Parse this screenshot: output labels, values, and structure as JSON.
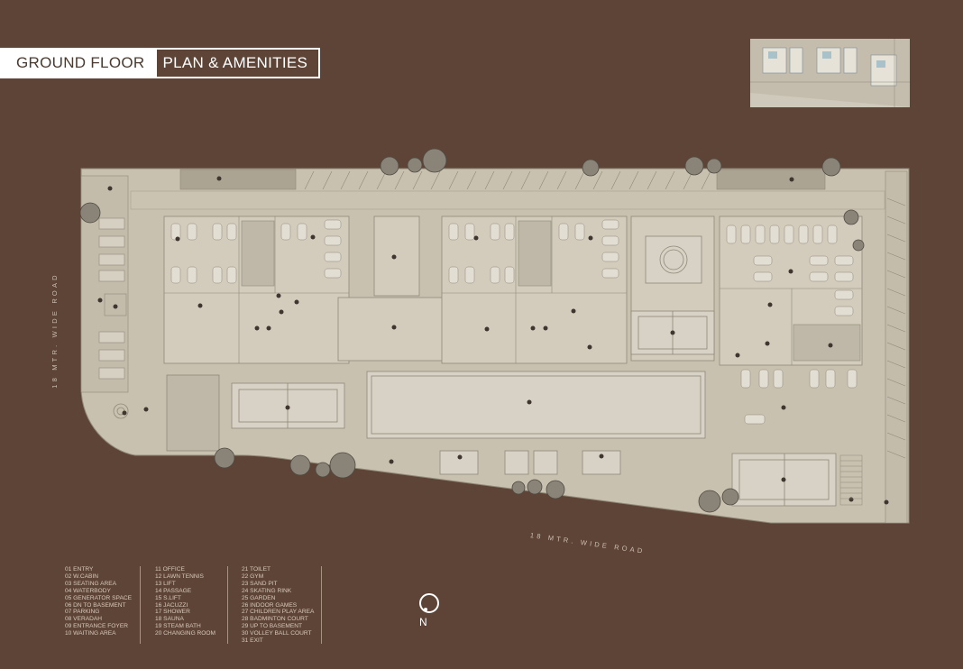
{
  "title": {
    "primary": "GROUND FLOOR",
    "secondary": "PLAN & AMENITIES"
  },
  "roads": {
    "left": "18 MTR. WIDE ROAD",
    "bottom": "18 MTR. WIDE ROAD"
  },
  "compass": {
    "label": "N"
  },
  "legend": {
    "col1": [
      "01  ENTRY",
      "02  W.CABIN",
      "03  SEATING AREA",
      "04  WATERBODY",
      "05  GENERATOR SPACE",
      "06  DN TO BASEMENT",
      "07  PARKING",
      "08  VERADAH",
      "09  ENTRANCE  FOYER",
      "10  WAITING AREA"
    ],
    "col2": [
      "11  OFFICE",
      "12  LAWN TENNIS",
      "13  LIFT",
      "14  PASSAGE",
      "15  S.LIFT",
      "16  JACUZZI",
      "17  SHOWER",
      "18  SAUNA",
      "19  STEAM BATH",
      "20  CHANGING ROOM"
    ],
    "col3": [
      "21  TOILET",
      "22  GYM",
      "23  SAND PIT",
      "24  SKATING RINK",
      "25  GARDEN",
      "26  INDOOR GAMES",
      "27  CHILDREN PLAY AREA",
      "28  BADMINTON COURT",
      "29  UP TO BASEMENT",
      "30  VOLLEY BALL COURT",
      "31  EXIT"
    ]
  },
  "colors": {
    "background": "#5e4436",
    "site": "#c9c1b0",
    "building": "#d3ccbc",
    "line": "#8f8878",
    "tree": "#6e6a60"
  }
}
